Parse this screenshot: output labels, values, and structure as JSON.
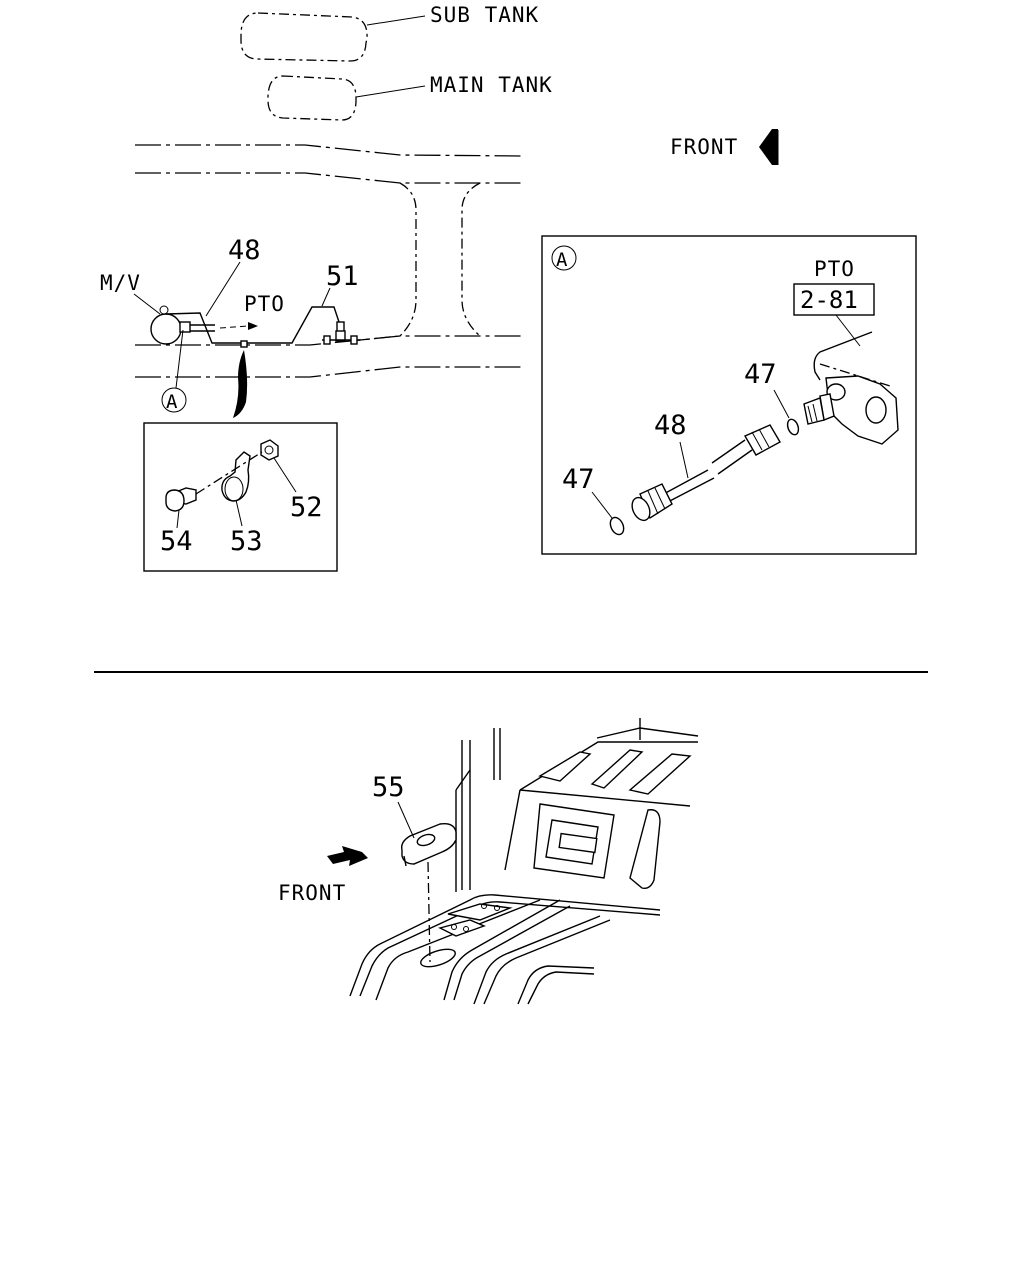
{
  "labels": {
    "sub_tank": "SUB TANK",
    "main_tank": "MAIN TANK",
    "front_top": "FRONT",
    "mv": "M/V",
    "pto": "PTO",
    "ref_a": "A",
    "part_48": "48",
    "part_51": "51",
    "part_52": "52",
    "part_53": "53",
    "part_54": "54"
  },
  "detail_a": {
    "marker": "A",
    "pto_label": "PTO",
    "pto_ref": "2-81",
    "part_47_right": "47",
    "part_48": "48",
    "part_47_left": "47"
  },
  "cab_floor": {
    "part_55": "55",
    "front": "FRONT"
  }
}
